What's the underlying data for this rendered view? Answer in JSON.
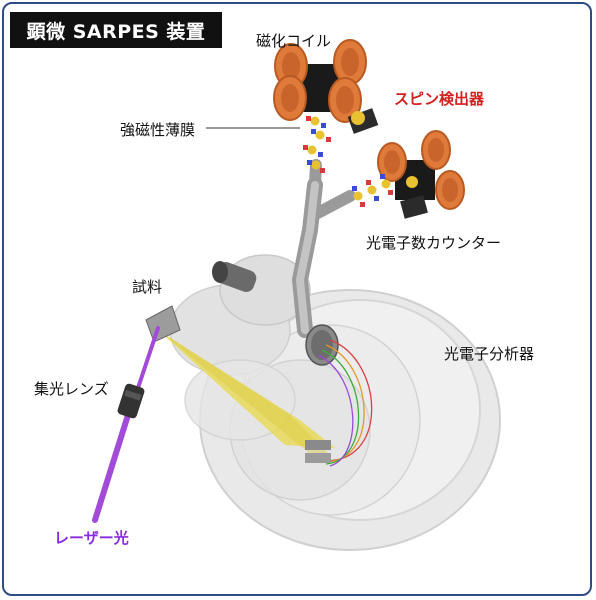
{
  "title": "顕微 SARPES 装置",
  "labels": {
    "magnet_coil": "磁化コイル",
    "spin_detector": "スピン検出器",
    "ferromagnetic_film": "強磁性薄膜",
    "photoelectron_counter": "光電子数カウンター",
    "sample": "試料",
    "photoelectron_analyzer": "光電子分析器",
    "focusing_lens": "集光レンズ",
    "laser_light": "レーザー光"
  },
  "colors": {
    "frame": "#2f4b84",
    "coil": "#e07a3a",
    "spin_detector_text": "#d32020",
    "laser": "#a24bd8",
    "photoelectron_beam": "#e8d84a",
    "analyzer_body": "#e6e6e6"
  }
}
